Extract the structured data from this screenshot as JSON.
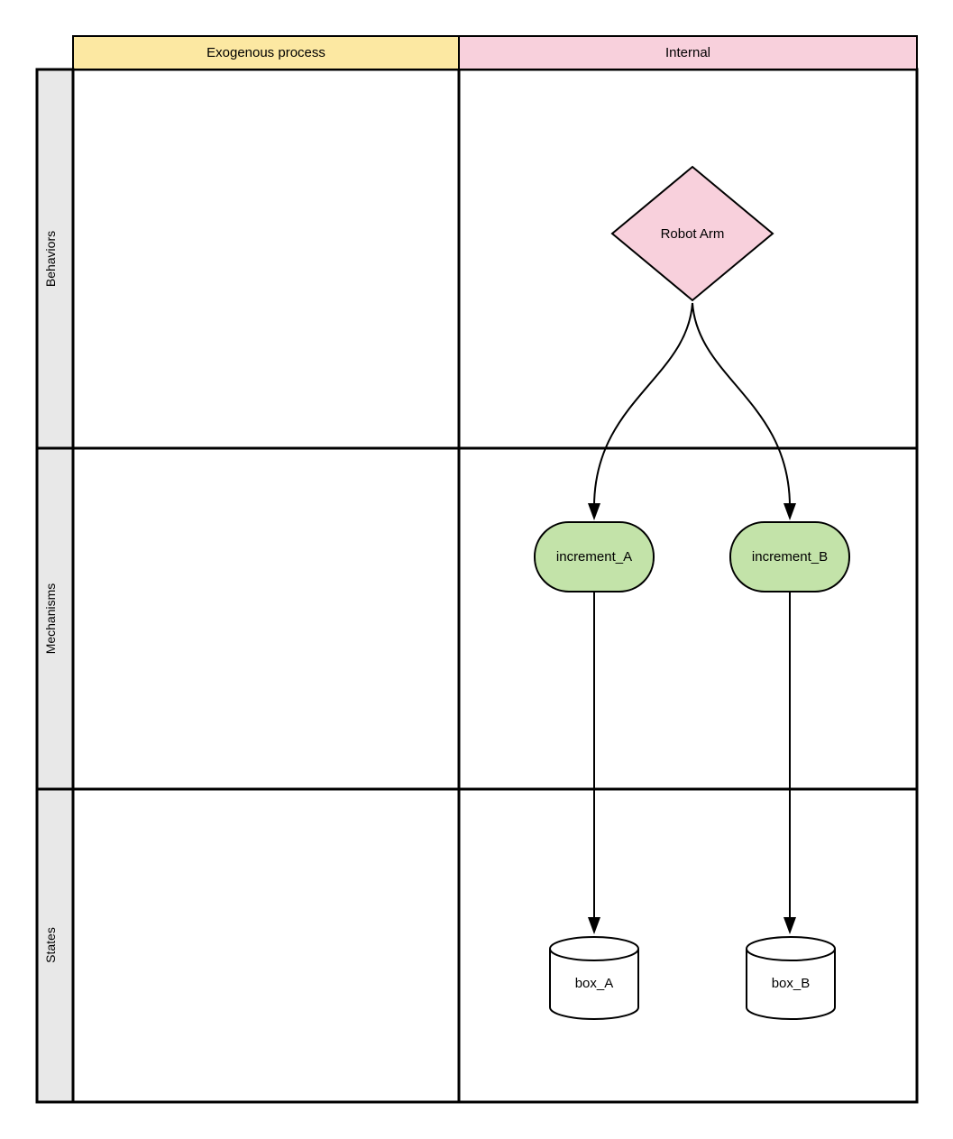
{
  "grid": {
    "column_headers": [
      {
        "label": "Exogenous process",
        "fill": "#fce8a2"
      },
      {
        "label": "Internal",
        "fill": "#f8d0dc"
      }
    ],
    "row_headers": [
      {
        "label": "Behaviors",
        "fill": "#e8e8e8"
      },
      {
        "label": "Mechanisms",
        "fill": "#e8e8e8"
      },
      {
        "label": "States",
        "fill": "#e8e8e8"
      }
    ]
  },
  "flowchart": {
    "stroke_color": "#000000",
    "nodes": [
      {
        "id": "robot-arm",
        "label": "Robot Arm",
        "shape": "diamond",
        "fill": "#f8d0dc",
        "row": "Behaviors",
        "column": "Internal"
      },
      {
        "id": "increment-a",
        "label": "increment_A",
        "shape": "rounded-rectangle",
        "fill": "#c3e3a9",
        "row": "Mechanisms",
        "column": "Internal"
      },
      {
        "id": "increment-b",
        "label": "increment_B",
        "shape": "rounded-rectangle",
        "fill": "#c3e3a9",
        "row": "Mechanisms",
        "column": "Internal"
      },
      {
        "id": "box-a",
        "label": "box_A",
        "shape": "cylinder",
        "fill": "#ffffff",
        "row": "States",
        "column": "Internal"
      },
      {
        "id": "box-b",
        "label": "box_B",
        "shape": "cylinder",
        "fill": "#ffffff",
        "row": "States",
        "column": "Internal"
      }
    ],
    "edges": [
      {
        "from": "Robot Arm",
        "to": "increment_A",
        "style": "curved-arrow"
      },
      {
        "from": "Robot Arm",
        "to": "increment_B",
        "style": "curved-arrow"
      },
      {
        "from": "increment_A",
        "to": "box_A",
        "style": "straight-arrow"
      },
      {
        "from": "increment_B",
        "to": "box_B",
        "style": "straight-arrow"
      }
    ]
  }
}
